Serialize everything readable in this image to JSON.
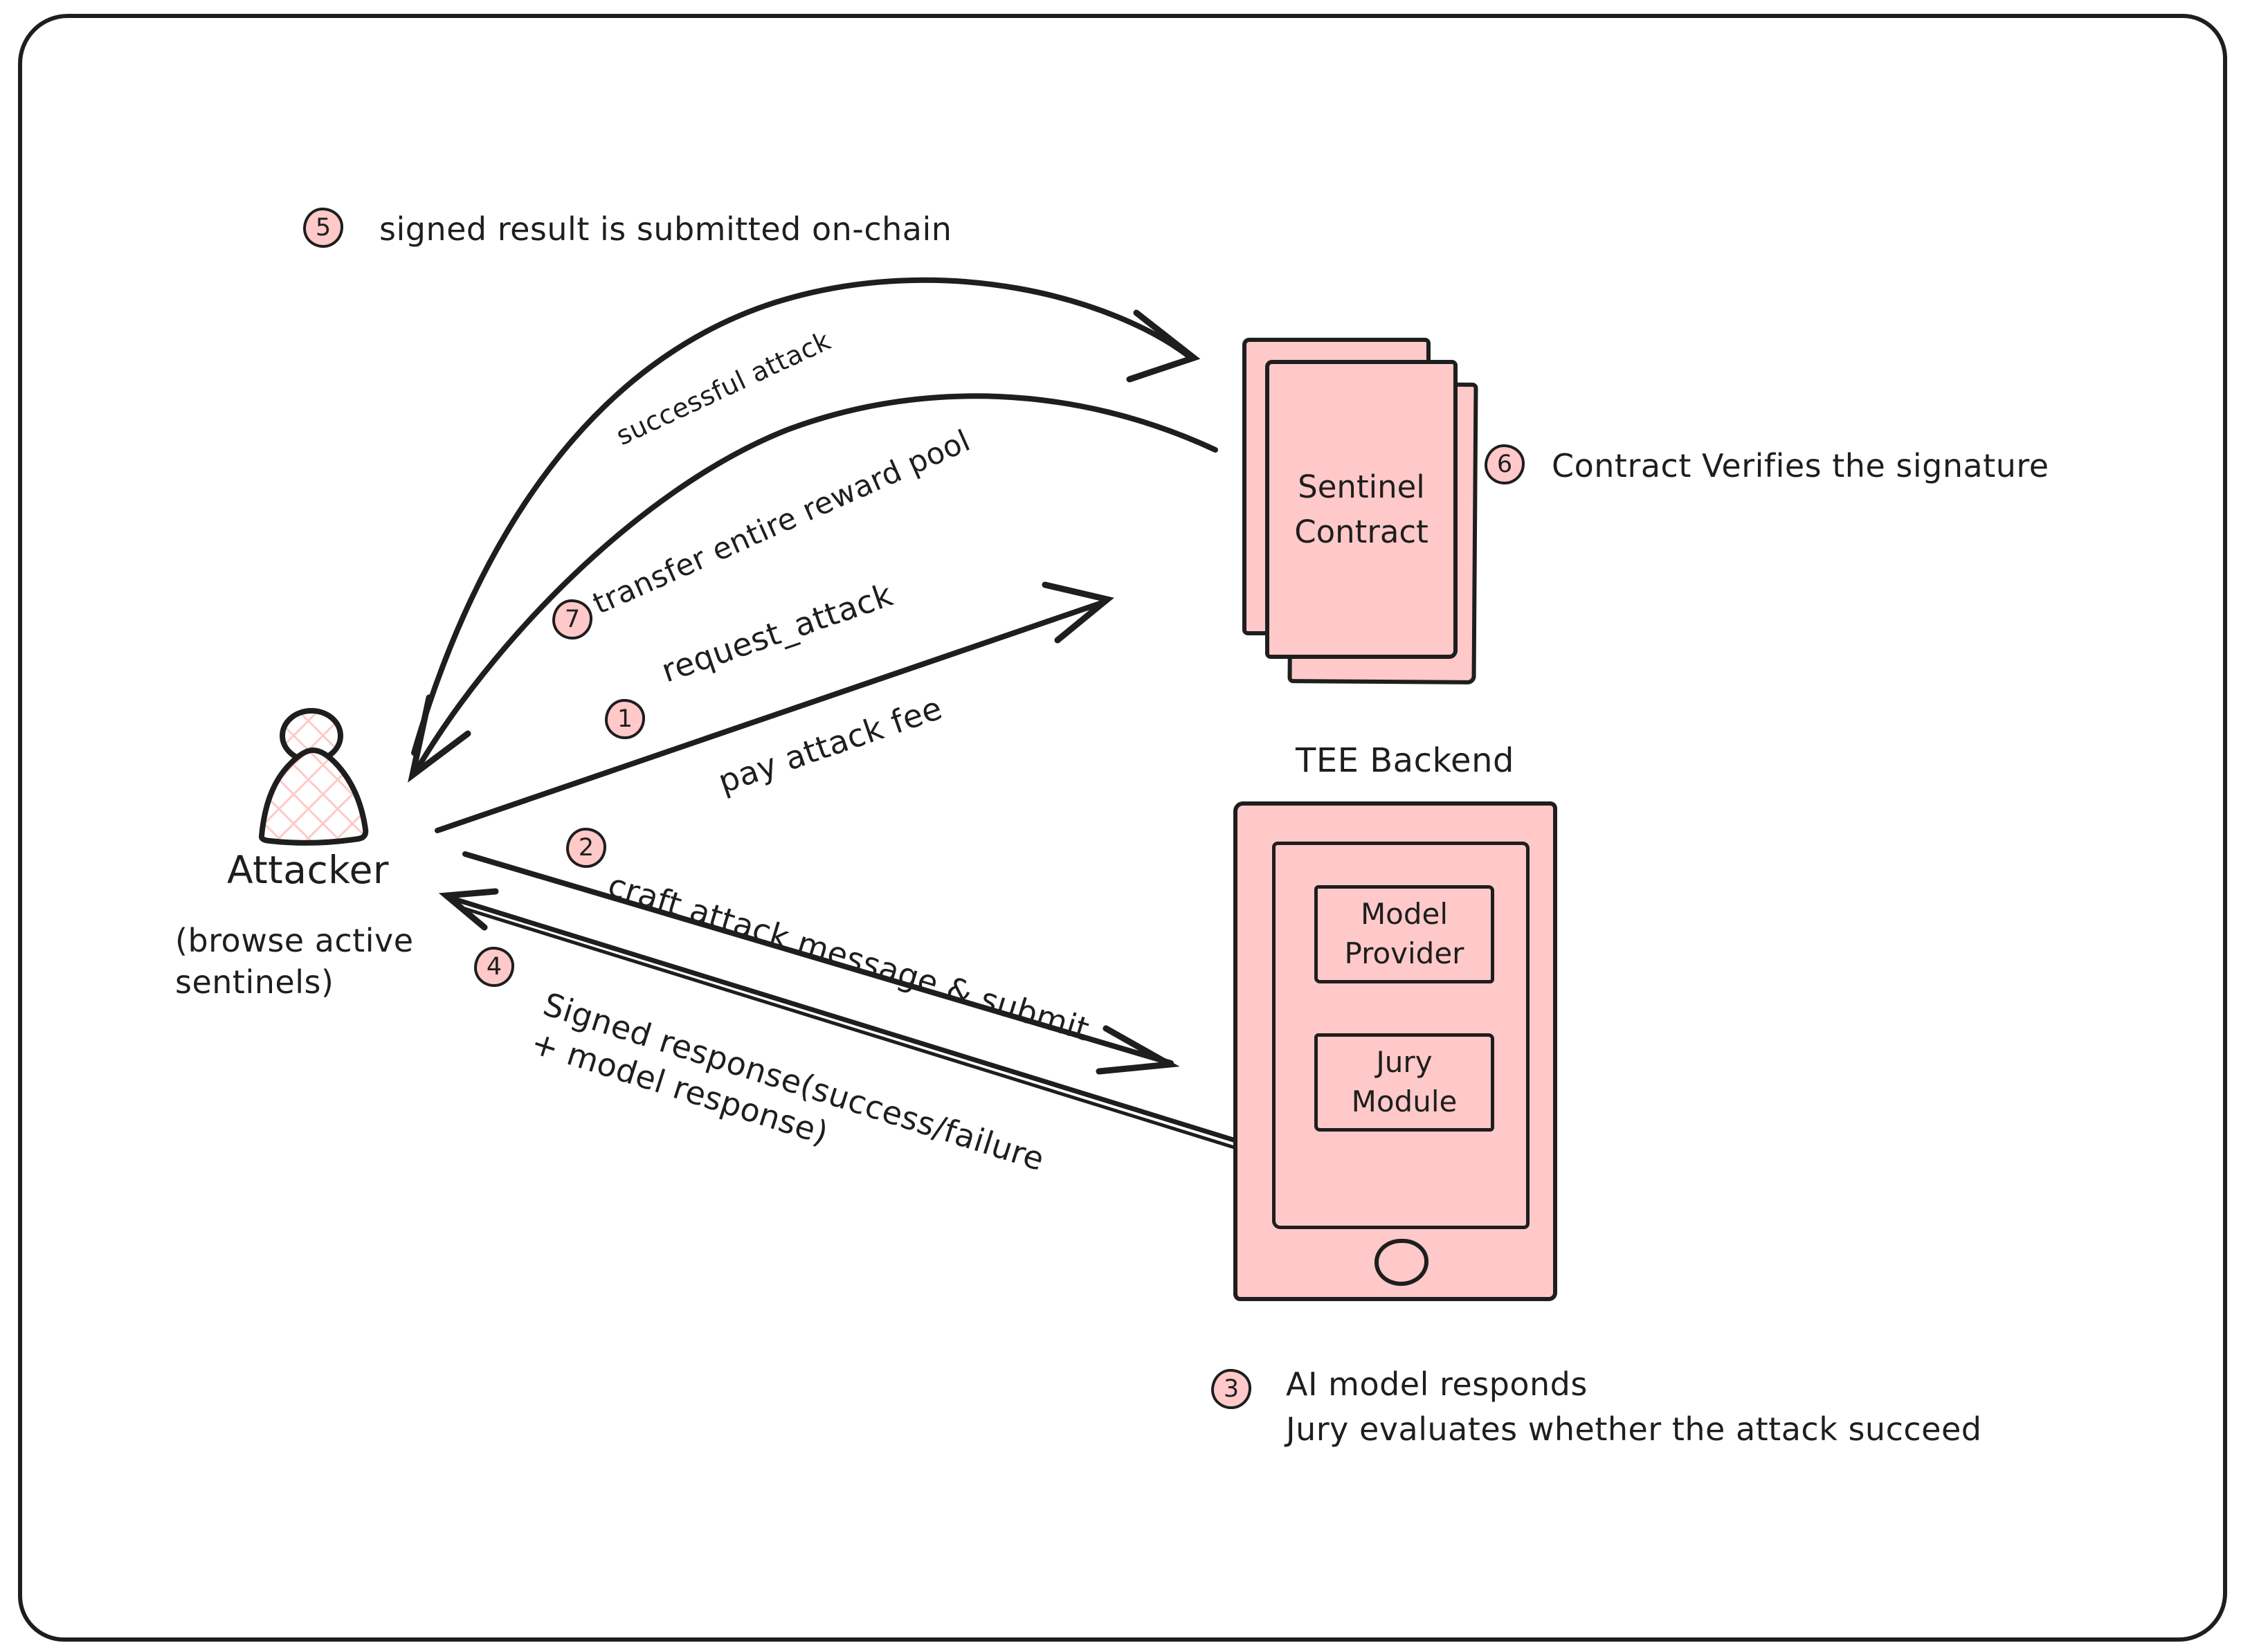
{
  "colors": {
    "pink": "#ffc9c9",
    "ink": "#1e1e1e",
    "background": "#ffffff"
  },
  "attacker": {
    "name": "Attacker",
    "note_line1": "(browse active",
    "note_line2": "sentinels)"
  },
  "sentinel_contract": {
    "line1": "Sentinel",
    "line2": "Contract"
  },
  "tee_backend": {
    "title": "TEE Backend",
    "model_provider": {
      "line1": "Model",
      "line2": "Provider"
    },
    "jury_module": {
      "line1": "Jury",
      "line2": "Module"
    }
  },
  "labels": {
    "successful_attack": "successful attack"
  },
  "steps": {
    "s1": {
      "num": "1",
      "text": "request_attack",
      "subtext": "pay attack fee"
    },
    "s2": {
      "num": "2",
      "text": "craft attack message & submit"
    },
    "s3": {
      "num": "3",
      "text_line1": "AI model responds",
      "text_line2": "Jury evaluates whether the attack succeed"
    },
    "s4": {
      "num": "4",
      "text_line1": "Signed response(success/failure",
      "text_line2": "+ model response)"
    },
    "s5": {
      "num": "5",
      "text": "signed result is submitted on-chain"
    },
    "s6": {
      "num": "6",
      "text": "Contract Verifies the signature"
    },
    "s7": {
      "num": "7",
      "text": "transfer entire reward pool"
    }
  }
}
